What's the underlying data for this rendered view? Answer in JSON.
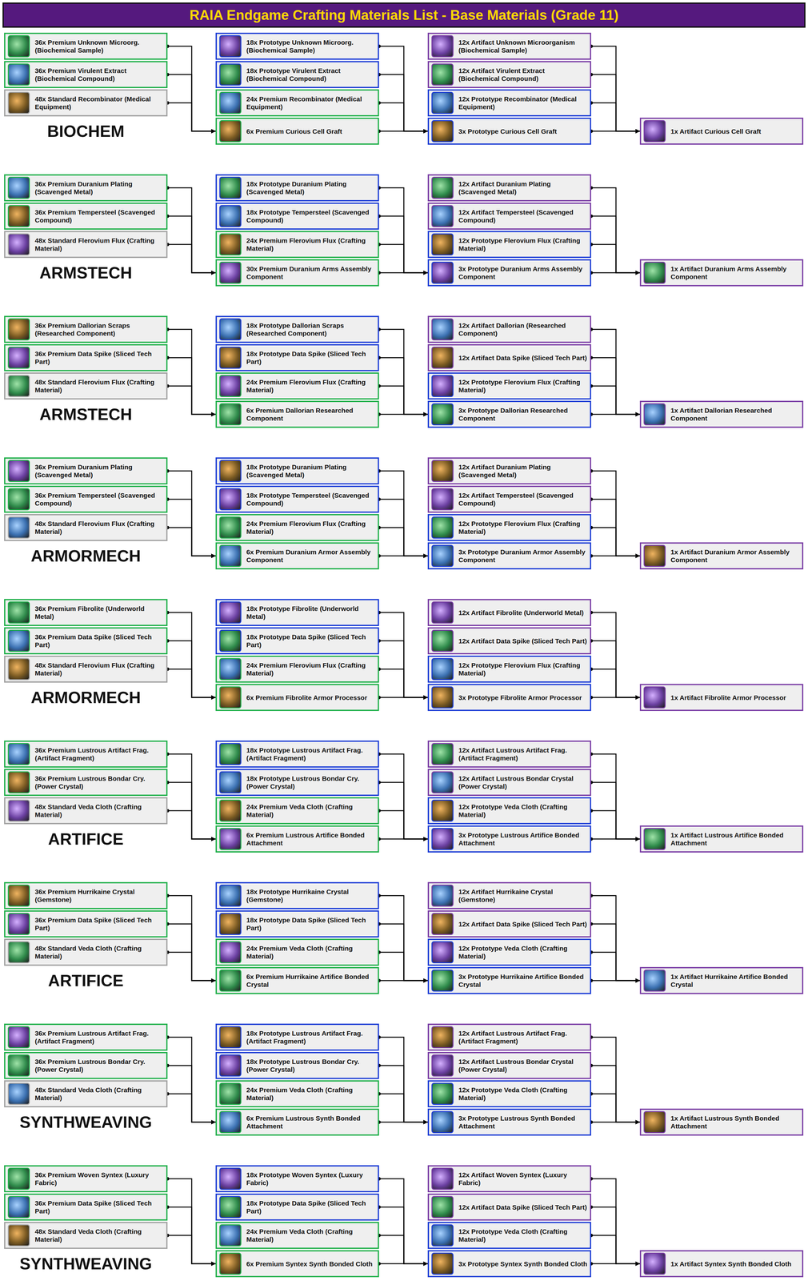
{
  "diagram": {
    "title": "RAIA Endgame Crafting Materials List - Base Materials (Grade 11)",
    "nodes": [
      {
        "text": [
          "36x Premium Unknown Microorg. (Biochemical Sample)"
        ]
      },
      {
        "text": [
          "36x Premium Virulent Extract (Biochemical Compound)"
        ]
      },
      {
        "text": [
          "48x Standard Recombinator (Medical Equipment)"
        ]
      },
      {
        "text": [
          "18x Prototype Unknown Microorg. (Biochemical Sample)"
        ]
      },
      {
        "text": [
          "18x Prototype Virulent Extract (Biochemical Compound)"
        ]
      },
      {
        "text": [
          "24x Premium Recombinator (Medical Equipment)"
        ]
      },
      {
        "text": [
          "6x Premium Curious Cell Graft"
        ]
      },
      {
        "text": [
          "12x Artifact Unknown Microorganism (Biochemical Sample)"
        ]
      },
      {
        "text": [
          "12x Artifact Virulent Extract (Biochemical Compound)"
        ]
      },
      {
        "text": [
          "12x Prototype Recombinator (Medical Equipment)"
        ]
      },
      {
        "text": [
          "3x Prototype Curious Cell Graft"
        ]
      },
      {
        "text": [
          "1x Artifact Curious Cell Graft"
        ]
      },
      {
        "text": [
          "36x Premium Duranium Plating (Scavenged Metal)"
        ]
      },
      {
        "text": [
          "36x Premium Tempersteel (Scavenged Compound)"
        ]
      },
      {
        "text": [
          "48x Standard Flerovium Flux (Crafting Material)"
        ]
      },
      {
        "text": [
          "18x Prototype Duranium Plating (Scavenged Metal)"
        ]
      },
      {
        "text": [
          "18x Prototype Tempersteel (Scavenged Compound)"
        ]
      },
      {
        "text": [
          "24x Premium Flerovium Flux (Crafting Material)"
        ]
      },
      {
        "text": [
          "30x Premium Duranium Arms Assembly Component"
        ]
      },
      {
        "text": [
          "12x Artifact Duranium Plating (Scavenged Metal)"
        ]
      },
      {
        "text": [
          "12x Artifact Tempersteel (Scavenged Compound)"
        ]
      },
      {
        "text": [
          "12x Prototype Flerovium Flux (Crafting Material)"
        ]
      },
      {
        "text": [
          "3x Prototype Duranium Arms Assembly Component"
        ]
      },
      {
        "text": [
          "1x Artifact Duranium Arms Assembly Component"
        ]
      },
      {
        "text": [
          "36x Premium Dallorian Scraps (Researched Component)"
        ]
      },
      {
        "text": [
          "36x Premium Data Spike (Sliced Tech Part)"
        ]
      },
      {
        "text": [
          "48x Standard Flerovium Flux (Crafting Material)"
        ]
      },
      {
        "text": [
          "18x Prototype Dallorian Scraps (Researched Component)"
        ]
      },
      {
        "text": [
          "18x Prototype Data Spike (Sliced Tech Part)"
        ]
      },
      {
        "text": [
          "24x Premium Flerovium Flux (Crafting Material)"
        ]
      },
      {
        "text": [
          "6x Premium Dallorian Researched Component"
        ]
      },
      {
        "text": [
          "12x Artifact Dallorian (Researched Component)"
        ]
      },
      {
        "text": [
          "12x Artifact Data Spike (Sliced Tech Part)"
        ]
      },
      {
        "text": [
          "12x Prototype Flerovium Flux (Crafting Material)"
        ]
      },
      {
        "text": [
          "3x Prototype Dallorian Researched Component"
        ]
      },
      {
        "text": [
          "1x Artifact Dallorian Researched Component"
        ]
      },
      {
        "text": [
          "36x Premium Duranium Plating (Scavenged Metal)"
        ]
      },
      {
        "text": [
          "36x Premium Tempersteel (Scavenged Compound)"
        ]
      },
      {
        "text": [
          "48x Standard Flerovium Flux (Crafting Material)"
        ]
      },
      {
        "text": [
          "18x Prototype Duranium Plating (Scavenged Metal)"
        ]
      },
      {
        "text": [
          "18x Prototype Tempersteel (Scavenged Compound)"
        ]
      },
      {
        "text": [
          "24x Premium Flerovium Flux (Crafting Material)"
        ]
      },
      {
        "text": [
          "6x Premium Duranium Armor Assembly Component"
        ]
      },
      {
        "text": [
          "12x Artifact Duranium Plating (Scavenged Metal)"
        ]
      },
      {
        "text": [
          "12x Artifact Tempersteel (Scavenged Compound)"
        ]
      },
      {
        "text": [
          "12x Prototype Flerovium Flux (Crafting Material)"
        ]
      },
      {
        "text": [
          "3x Prototype Duranium Armor Assembly Component"
        ]
      },
      {
        "text": [
          "1x Artifact Duranium Armor Assembly Component"
        ]
      },
      {
        "text": [
          "36x Premium Fibrolite (Underworld Metal)"
        ]
      },
      {
        "text": [
          "36x Premium Data Spike (Sliced Tech Part)"
        ]
      },
      {
        "text": [
          "48x Standard Flerovium Flux (Crafting Material)"
        ]
      },
      {
        "text": [
          "18x Prototype Fibrolite (Underworld Metal)"
        ]
      },
      {
        "text": [
          "18x Prototype Data Spike (Sliced Tech Part)"
        ]
      },
      {
        "text": [
          "24x Premium Flerovium Flux (Crafting Material)"
        ]
      },
      {
        "text": [
          "6x Premium Fibrolite Armor Processor"
        ]
      },
      {
        "text": [
          "12x Artifact Fibrolite (Underworld Metal)"
        ]
      },
      {
        "text": [
          "12x Artifact Data Spike (Sliced Tech Part)"
        ]
      },
      {
        "text": [
          "12x Prototype Flerovium Flux (Crafting Material)"
        ]
      },
      {
        "text": [
          "3x Prototype Fibrolite Armor Processor"
        ]
      },
      {
        "text": [
          "1x Artifact Fibrolite Armor Processor"
        ]
      },
      {
        "text": [
          "36x Premium Lustrous Artifact Frag. (Artifact Fragment)"
        ]
      },
      {
        "text": [
          "36x Premium Lustrous Bondar Cry. (Power Crystal)"
        ]
      },
      {
        "text": [
          "48x Standard Veda Cloth (Crafting Material)"
        ]
      },
      {
        "text": [
          "18x Prototype Lustrous Artifact Frag. (Artifact Fragment)"
        ]
      },
      {
        "text": [
          "18x Prototype Lustrous Bondar Cry. (Power Crystal)"
        ]
      },
      {
        "text": [
          "24x Premium Veda Cloth (Crafting Material)"
        ]
      },
      {
        "text": [
          "6x Premium Lustrous Artifice Bonded Attachment"
        ]
      },
      {
        "text": [
          "12x Artifact Lustrous Artifact Frag. (Artifact Fragment)"
        ]
      },
      {
        "text": [
          "12x Artifact Lustrous Bondar Crystal (Power Crystal)"
        ]
      },
      {
        "text": [
          "12x Prototype Veda Cloth (Crafting Material)"
        ]
      },
      {
        "text": [
          "3x Prototype Lustrous Artifice Bonded Attachment"
        ]
      },
      {
        "text": [
          "1x Artifact Lustrous Artifice Bonded Attachment"
        ]
      },
      {
        "text": [
          "36x Premium Hurrikaine Crystal (Gemstone)"
        ]
      },
      {
        "text": [
          "36x Premium Data Spike (Sliced Tech Part)"
        ]
      },
      {
        "text": [
          "48x Standard Veda Cloth (Crafting Material)"
        ]
      },
      {
        "text": [
          "18x Prototype Hurrikaine Crystal (Gemstone)"
        ]
      },
      {
        "text": [
          "18x Prototype Data Spike (Sliced Tech Part)"
        ]
      },
      {
        "text": [
          "24x Premium Veda Cloth (Crafting Material)"
        ]
      },
      {
        "text": [
          "6x Premium Hurrikaine Artifice Bonded Crystal"
        ]
      },
      {
        "text": [
          "12x Artifact Hurrikaine Crystal (Gemstone)"
        ]
      },
      {
        "text": [
          "12x Artifact Data Spike (Sliced Tech Part)"
        ]
      },
      {
        "text": [
          "12x Prototype Veda Cloth (Crafting Material)"
        ]
      },
      {
        "text": [
          "3x Prototype Hurrikaine Artifice Bonded Crystal"
        ]
      },
      {
        "text": [
          "1x Artifact Hurrikaine Artifice Bonded Crystal"
        ]
      },
      {
        "text": [
          "36x Premium Lustrous Artifact Frag. (Artifact Fragment)"
        ]
      },
      {
        "text": [
          "36x Premium Lustrous Bondar Cry. (Power Crystal)"
        ]
      },
      {
        "text": [
          "48x Standard Veda Cloth (Crafting Material)"
        ]
      },
      {
        "text": [
          "18x Prototype Lustrous Artifact Frag. (Artifact Fragment)"
        ]
      },
      {
        "text": [
          "18x Prototype Lustrous Bondar Cry. (Power Crystal)"
        ]
      },
      {
        "text": [
          "24x Premium Veda Cloth (Crafting Material)"
        ]
      },
      {
        "text": [
          "6x Premium Lustrous Synth Bonded Attachment"
        ]
      },
      {
        "text": [
          "12x Artifact Lustrous Artifact Frag. (Artifact Fragment)"
        ]
      },
      {
        "text": [
          "12x Artifact Lustrous Bondar Crystal (Power Crystal)"
        ]
      },
      {
        "text": [
          "12x Prototype Veda Cloth (Crafting Material)"
        ]
      },
      {
        "text": [
          "3x Prototype Lustrous Synth Bonded Attachment"
        ]
      },
      {
        "text": [
          "1x Artifact Lustrous Synth Bonded Attachment"
        ]
      },
      {
        "text": [
          "36x Premium Woven Syntex (Luxury Fabric)"
        ]
      },
      {
        "text": [
          "36x Premium Data Spike (Sliced Tech Part)"
        ]
      },
      {
        "text": [
          "48x Standard Veda Cloth (Crafting Material)"
        ]
      },
      {
        "text": [
          "18x Prototype Woven Syntex (Luxury Fabric)"
        ]
      },
      {
        "text": [
          "18x Prototype Data Spike (Sliced Tech Part)"
        ]
      },
      {
        "text": [
          "24x Premium Veda Cloth (Crafting Material)"
        ]
      },
      {
        "text": [
          "6x Premium Syntex Synth Bonded Cloth"
        ]
      },
      {
        "text": [
          "12x Artifact Woven Syntex (Luxury Fabric)"
        ]
      },
      {
        "text": [
          "12x Artifact Data Spike (Sliced Tech Part)"
        ]
      },
      {
        "text": [
          "12x Prototype Veda Cloth (Crafting Material)"
        ]
      },
      {
        "text": [
          "3x Prototype Syntex Synth Bonded Cloth"
        ]
      },
      {
        "text": [
          "1x Artifact Syntex Synth Bonded Cloth"
        ]
      }
    ],
    "edges": [
      {
        "from": 0,
        "to": 6,
        "arrow": "to"
      },
      {
        "from": 1,
        "to": 6,
        "arrow": "to"
      },
      {
        "from": 2,
        "to": 6,
        "arrow": "to"
      },
      {
        "from": 3,
        "to": 10,
        "arrow": "to"
      },
      {
        "from": 4,
        "to": 10,
        "arrow": "to"
      },
      {
        "from": 5,
        "to": 10,
        "arrow": "to"
      },
      {
        "from": 6,
        "to": 10,
        "arrow": "to"
      },
      {
        "from": 7,
        "to": 11,
        "arrow": "to"
      },
      {
        "from": 8,
        "to": 11,
        "arrow": "to"
      },
      {
        "from": 9,
        "to": 11,
        "arrow": "to"
      },
      {
        "from": 10,
        "to": 11,
        "arrow": "to"
      },
      {
        "from": 12,
        "to": 18,
        "arrow": "to"
      },
      {
        "from": 13,
        "to": 18,
        "arrow": "to"
      },
      {
        "from": 14,
        "to": 18,
        "arrow": "to"
      },
      {
        "from": 15,
        "to": 22,
        "arrow": "to"
      },
      {
        "from": 16,
        "to": 22,
        "arrow": "to"
      },
      {
        "from": 17,
        "to": 22,
        "arrow": "to"
      },
      {
        "from": 18,
        "to": 22,
        "arrow": "to"
      },
      {
        "from": 19,
        "to": 23,
        "arrow": "to"
      },
      {
        "from": 20,
        "to": 23,
        "arrow": "to"
      },
      {
        "from": 21,
        "to": 23,
        "arrow": "to"
      },
      {
        "from": 22,
        "to": 23,
        "arrow": "to"
      },
      {
        "from": 24,
        "to": 30,
        "arrow": "to"
      },
      {
        "from": 25,
        "to": 30,
        "arrow": "to"
      },
      {
        "from": 26,
        "to": 30,
        "arrow": "to"
      },
      {
        "from": 27,
        "to": 34,
        "arrow": "to"
      },
      {
        "from": 28,
        "to": 34,
        "arrow": "to"
      },
      {
        "from": 29,
        "to": 34,
        "arrow": "to"
      },
      {
        "from": 30,
        "to": 34,
        "arrow": "to"
      },
      {
        "from": 31,
        "to": 35,
        "arrow": "to"
      },
      {
        "from": 32,
        "to": 35,
        "arrow": "to"
      },
      {
        "from": 33,
        "to": 35,
        "arrow": "to"
      },
      {
        "from": 34,
        "to": 35,
        "arrow": "to"
      },
      {
        "from": 36,
        "to": 42,
        "arrow": "to"
      },
      {
        "from": 37,
        "to": 42,
        "arrow": "to"
      },
      {
        "from": 38,
        "to": 42,
        "arrow": "to"
      },
      {
        "from": 39,
        "to": 46,
        "arrow": "to"
      },
      {
        "from": 40,
        "to": 46,
        "arrow": "to"
      },
      {
        "from": 41,
        "to": 46,
        "arrow": "to"
      },
      {
        "from": 42,
        "to": 46,
        "arrow": "to"
      },
      {
        "from": 43,
        "to": 47,
        "arrow": "to"
      },
      {
        "from": 44,
        "to": 47,
        "arrow": "to"
      },
      {
        "from": 45,
        "to": 47,
        "arrow": "to"
      },
      {
        "from": 46,
        "to": 47,
        "arrow": "to"
      },
      {
        "from": 48,
        "to": 54,
        "arrow": "to"
      },
      {
        "from": 49,
        "to": 54,
        "arrow": "to"
      },
      {
        "from": 50,
        "to": 54,
        "arrow": "to"
      },
      {
        "from": 51,
        "to": 58,
        "arrow": "to"
      },
      {
        "from": 52,
        "to": 58,
        "arrow": "to"
      },
      {
        "from": 53,
        "to": 58,
        "arrow": "to"
      },
      {
        "from": 54,
        "to": 58,
        "arrow": "to"
      },
      {
        "from": 55,
        "to": 59,
        "arrow": "to"
      },
      {
        "from": 56,
        "to": 59,
        "arrow": "to"
      },
      {
        "from": 57,
        "to": 59,
        "arrow": "to"
      },
      {
        "from": 58,
        "to": 59,
        "arrow": "to"
      },
      {
        "from": 60,
        "to": 66,
        "arrow": "to"
      },
      {
        "from": 61,
        "to": 66,
        "arrow": "to"
      },
      {
        "from": 62,
        "to": 66,
        "arrow": "to"
      },
      {
        "from": 63,
        "to": 70,
        "arrow": "to"
      },
      {
        "from": 64,
        "to": 70,
        "arrow": "to"
      },
      {
        "from": 65,
        "to": 70,
        "arrow": "to"
      },
      {
        "from": 66,
        "to": 70,
        "arrow": "to"
      },
      {
        "from": 67,
        "to": 71,
        "arrow": "to"
      },
      {
        "from": 68,
        "to": 71,
        "arrow": "to"
      },
      {
        "from": 69,
        "to": 71,
        "arrow": "to"
      },
      {
        "from": 70,
        "to": 71,
        "arrow": "to"
      },
      {
        "from": 72,
        "to": 78,
        "arrow": "to"
      },
      {
        "from": 73,
        "to": 78,
        "arrow": "to"
      },
      {
        "from": 74,
        "to": 78,
        "arrow": "to"
      },
      {
        "from": 75,
        "to": 82,
        "arrow": "to"
      },
      {
        "from": 76,
        "to": 82,
        "arrow": "to"
      },
      {
        "from": 77,
        "to": 82,
        "arrow": "to"
      },
      {
        "from": 78,
        "to": 82,
        "arrow": "to"
      },
      {
        "from": 79,
        "to": 83,
        "arrow": "to"
      },
      {
        "from": 80,
        "to": 83,
        "arrow": "to"
      },
      {
        "from": 81,
        "to": 83,
        "arrow": "to"
      },
      {
        "from": 82,
        "to": 83,
        "arrow": "to"
      },
      {
        "from": 84,
        "to": 90,
        "arrow": "to"
      },
      {
        "from": 85,
        "to": 90,
        "arrow": "to"
      },
      {
        "from": 86,
        "to": 90,
        "arrow": "to"
      },
      {
        "from": 87,
        "to": 94,
        "arrow": "to"
      },
      {
        "from": 88,
        "to": 94,
        "arrow": "to"
      },
      {
        "from": 89,
        "to": 94,
        "arrow": "to"
      },
      {
        "from": 90,
        "to": 94,
        "arrow": "to"
      },
      {
        "from": 91,
        "to": 95,
        "arrow": "to"
      },
      {
        "from": 92,
        "to": 95,
        "arrow": "to"
      },
      {
        "from": 93,
        "to": 95,
        "arrow": "to"
      },
      {
        "from": 94,
        "to": 95,
        "arrow": "to"
      },
      {
        "from": 96,
        "to": 102,
        "arrow": "to"
      },
      {
        "from": 97,
        "to": 102,
        "arrow": "to"
      },
      {
        "from": 98,
        "to": 102,
        "arrow": "to"
      },
      {
        "from": 99,
        "to": 106,
        "arrow": "to"
      },
      {
        "from": 100,
        "to": 106,
        "arrow": "to"
      },
      {
        "from": 101,
        "to": 106,
        "arrow": "to"
      },
      {
        "from": 102,
        "to": 106,
        "arrow": "to"
      },
      {
        "from": 103,
        "to": 107,
        "arrow": "to"
      },
      {
        "from": 104,
        "to": 107,
        "arrow": "to"
      },
      {
        "from": 105,
        "to": 107,
        "arrow": "to"
      },
      {
        "from": 106,
        "to": 107,
        "arrow": "to"
      }
    ],
    "labels": [
      "BIOCHEM",
      "ARMSTECH",
      "ARMSTECH",
      "ARMORMECH",
      "ARMORMECH",
      "ARTIFICE",
      "ARTIFICE",
      "SYNTHWEAVING",
      "SYNTHWEAVING"
    ]
  }
}
